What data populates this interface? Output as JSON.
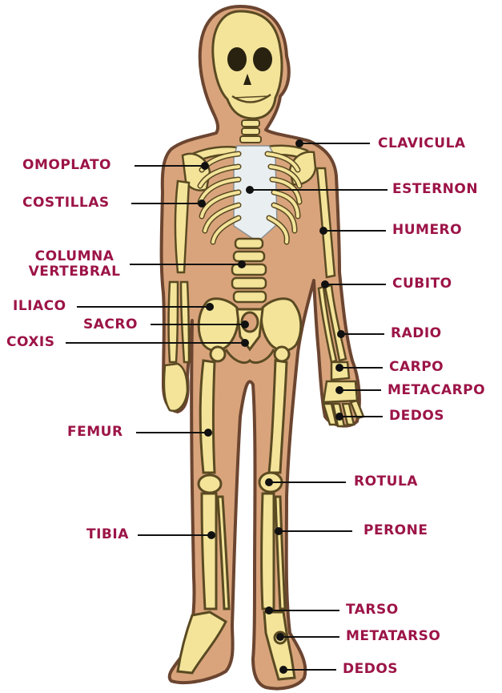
{
  "colors": {
    "label": "#9c1447",
    "skin": "#d9a47c",
    "skin_outline": "#6b4530",
    "bone": "#f3e49a",
    "bone_outline": "#5a4a22",
    "cartilage": "#e9eef0",
    "leader": "#111111"
  },
  "labels": {
    "omoplato": "OMOPLATO",
    "costillas": "COSTILLAS",
    "columna_vertebral_line1": "COLUMNA",
    "columna_vertebral_line2": "VERTEBRAL",
    "iliaco": "ILIACO",
    "sacro": "SACRO",
    "coxis": "COXIS",
    "femur": "FEMUR",
    "tibia": "TIBIA",
    "clavicula": "CLAVICULA",
    "esternon": "ESTERNON",
    "humero": "HUMERO",
    "cubito": "CUBITO",
    "radio": "RADIO",
    "carpo": "CARPO",
    "metacarpo": "METACARPO",
    "dedos_mano": "DEDOS",
    "rotula": "ROTULA",
    "perone": "PERONE",
    "tarso": "TARSO",
    "metatarso": "METATARSO",
    "dedos_pie": "DEDOS"
  }
}
